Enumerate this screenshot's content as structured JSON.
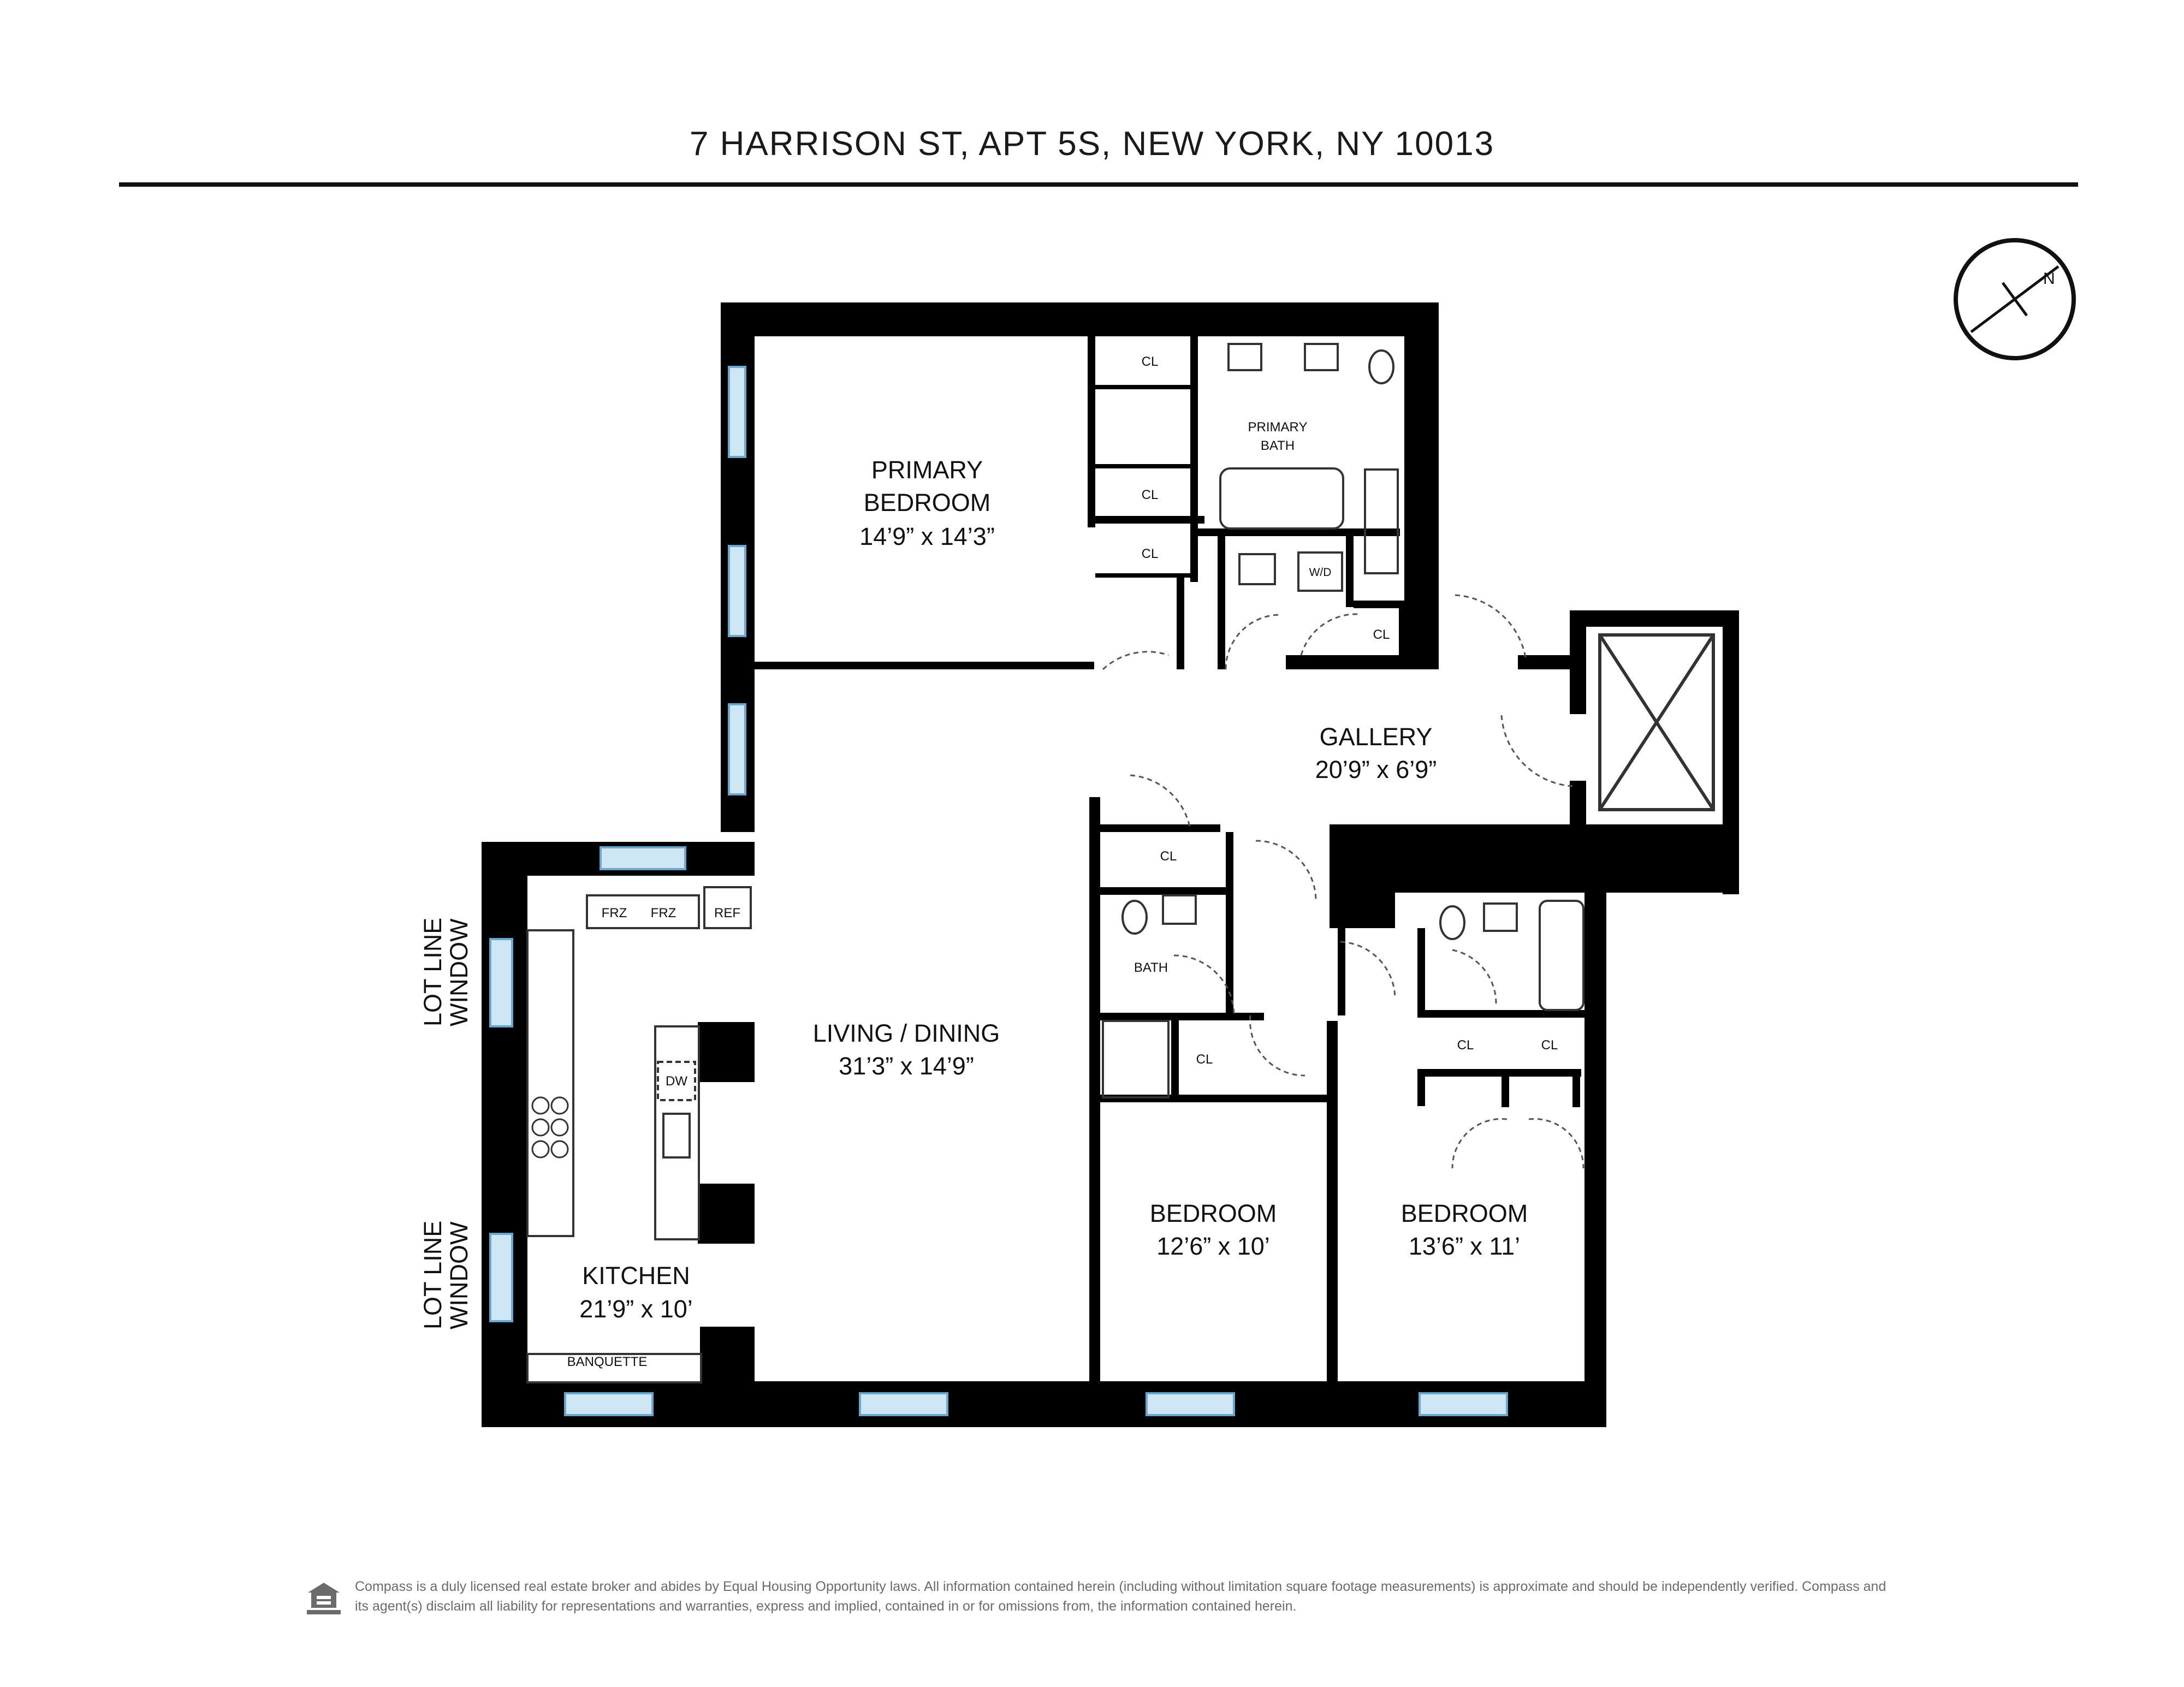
{
  "title": "7 HARRISON ST, APT 5S, NEW YORK, NY 10013",
  "rooms": {
    "primary_bedroom": {
      "name_line1": "PRIMARY",
      "name_line2": "BEDROOM",
      "dims": "14’9” x 14’3”"
    },
    "primary_bath": {
      "name_line1": "PRIMARY",
      "name_line2": "BATH"
    },
    "gallery": {
      "name": "GALLERY",
      "dims": "20’9” x 6’9”"
    },
    "living_dining": {
      "name": "LIVING / DINING",
      "dims": "31’3” x 14’9”"
    },
    "kitchen": {
      "name": "KITCHEN",
      "dims": "21’9” x 10’"
    },
    "bedroom_2": {
      "name": "BEDROOM",
      "dims": "12’6” x 10’"
    },
    "bedroom_3": {
      "name": "BEDROOM",
      "dims": "13’6” x 11’"
    },
    "bath": {
      "name": "BATH"
    }
  },
  "fixtures": {
    "closet": "CL",
    "washer_dryer": "W/D",
    "freezer": "FRZ",
    "refrigerator": "REF",
    "dishwasher": "DW",
    "banquette": "BANQUETTE"
  },
  "windows": {
    "lot_line_line1": "LOT LINE",
    "lot_line_line2": "WINDOW"
  },
  "compass": {
    "north_label": "N"
  },
  "disclaimer": "Compass is a duly licensed real estate broker and abides by Equal Housing Opportunity laws. All information contained herein (including without limitation square footage measurements) is approximate and should be independently verified. Compass and its agent(s) disclaim all liability for representations and warranties, express and implied, contained in or for omissions from, the information contained herein."
}
